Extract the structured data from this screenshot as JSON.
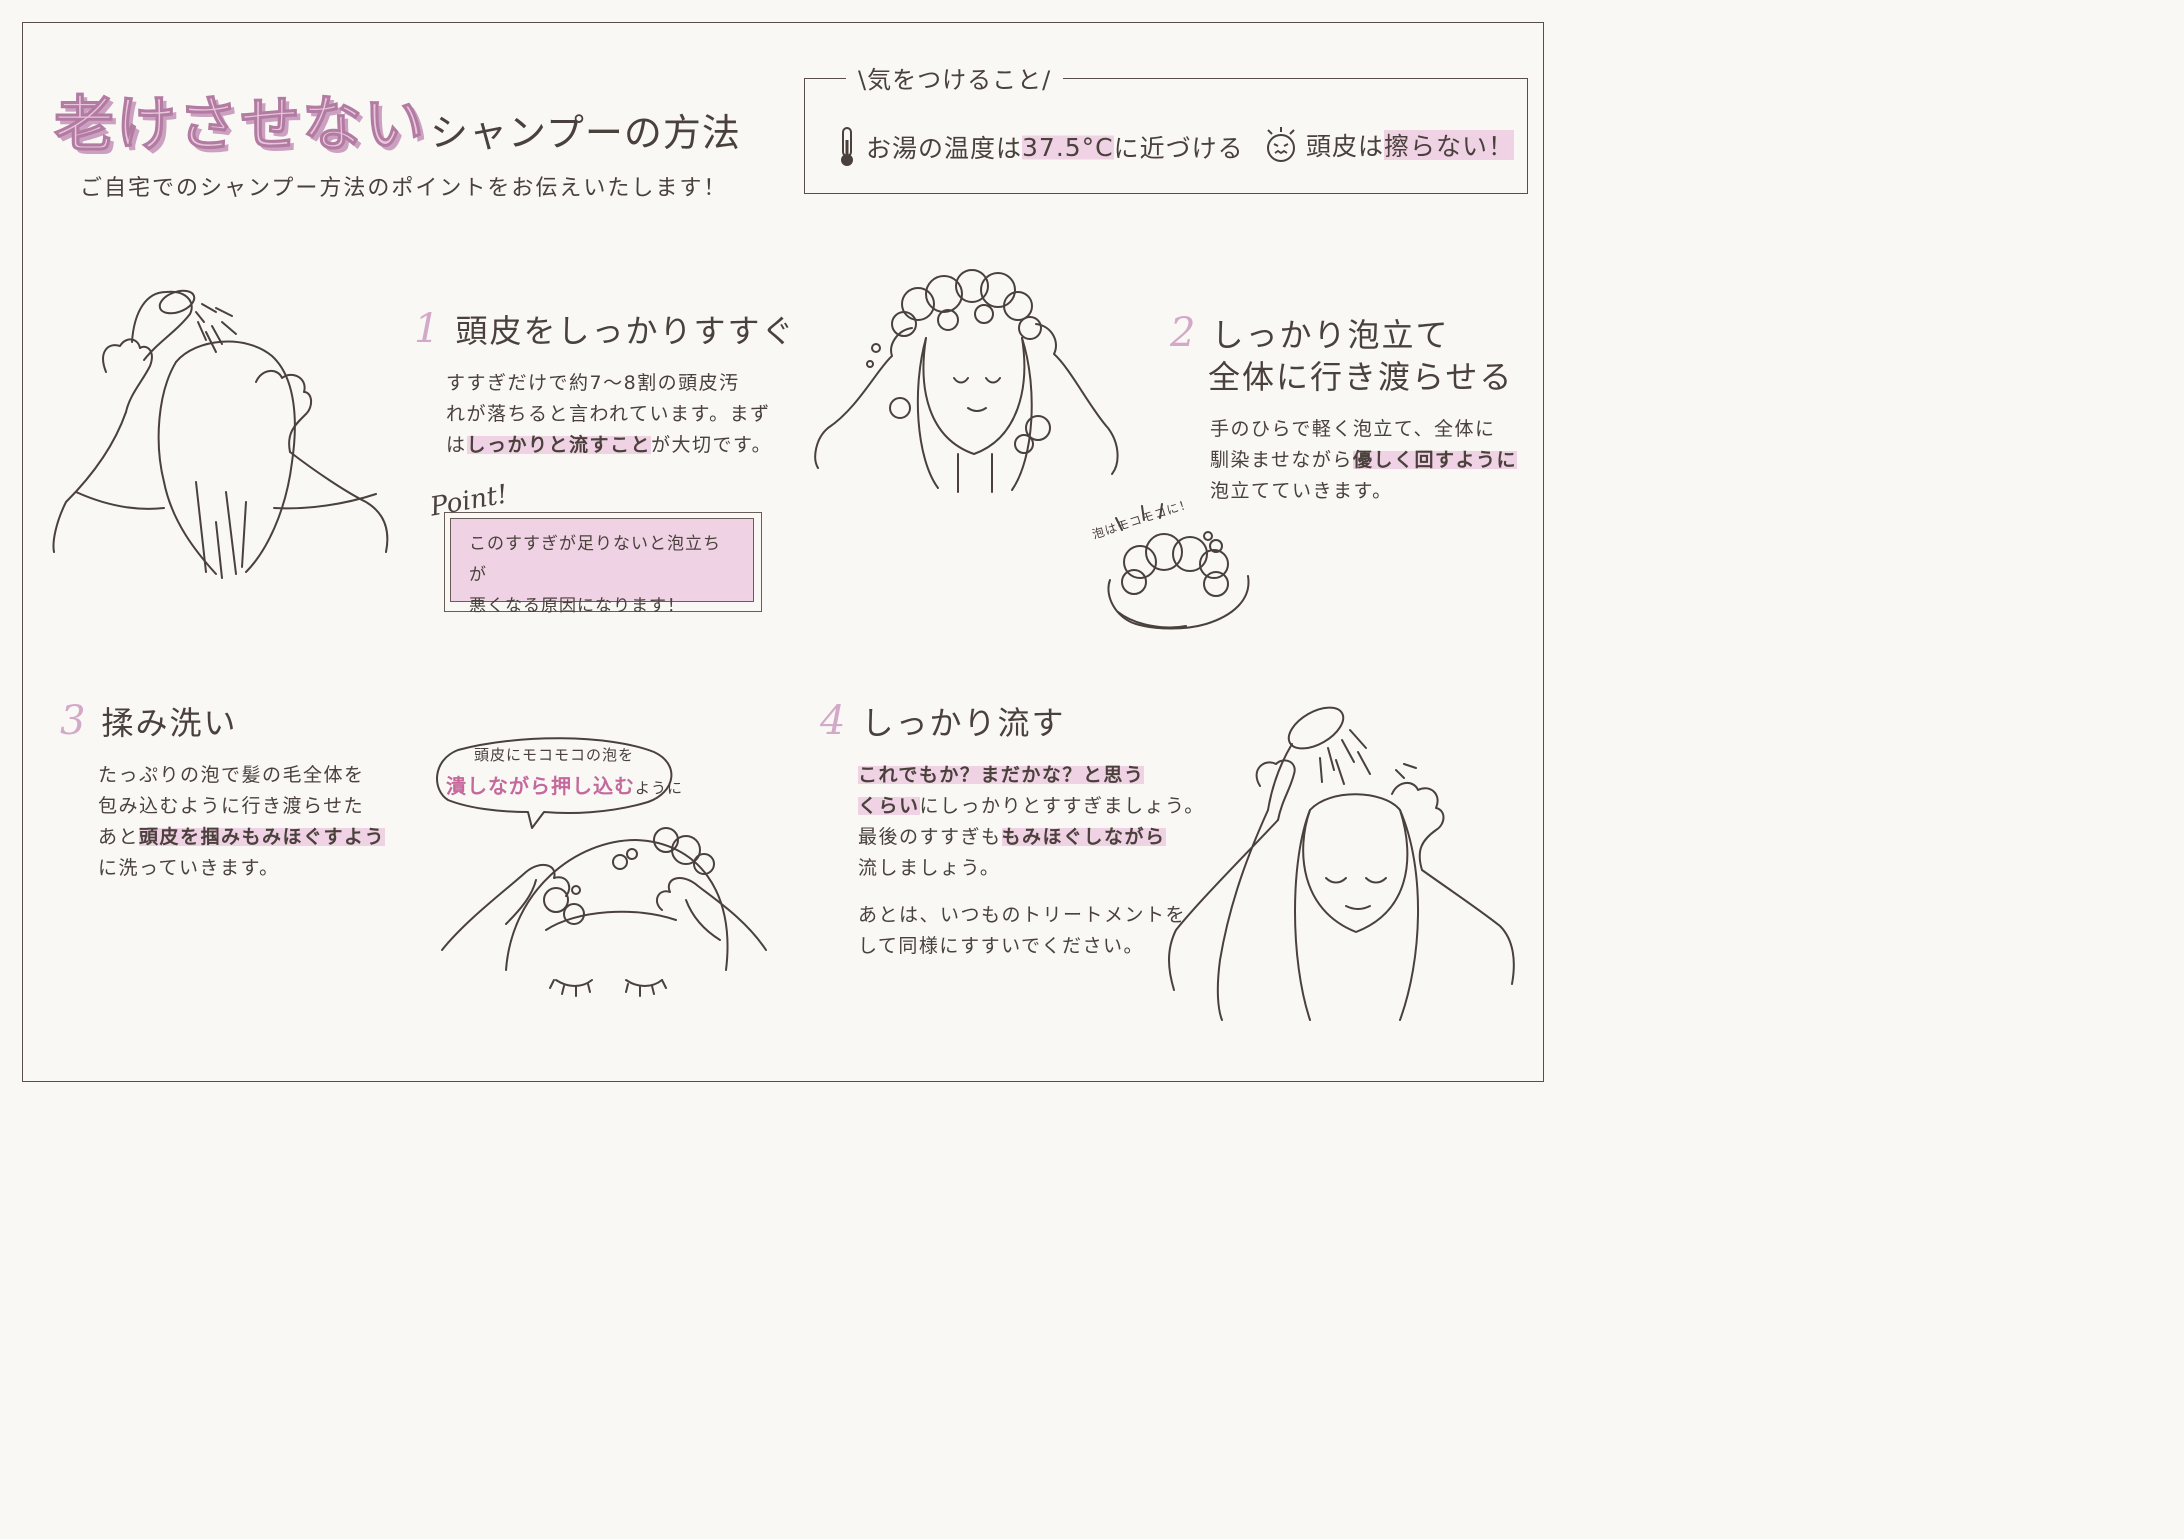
{
  "title": {
    "main": "老けさせない",
    "sub": "シャンプーの方法",
    "intro": "ご自宅でのシャンプー方法のポイントをお伝えいたします！"
  },
  "caution": {
    "title": "\\気をつけること/",
    "item1": {
      "pre": "お湯の温度は",
      "highlight": "37.5°C",
      "post": "に近づける",
      "icon": "thermometer-icon"
    },
    "item2": {
      "pre": "頭皮は",
      "highlight": "擦らない！",
      "icon": "angry-face-icon"
    }
  },
  "steps": [
    {
      "num": "1",
      "title": "頭皮をしっかりすすぐ",
      "lines": [
        "すすぎだけで約7〜8割の頭皮汚",
        "れが落ちると言われています。まず"
      ],
      "line3": {
        "pre": "は",
        "highlight": "しっかりと流すこと",
        "post": "が大切です。"
      },
      "point": {
        "label": "Point!",
        "text1": "このすすぎが足りないと泡立ちが",
        "text2": "悪くなる原因になります！"
      }
    },
    {
      "num": "2",
      "title1": "しっかり泡立て",
      "title2": "全体に行き渡らせる",
      "line1": "手のひらで軽く泡立て、全体に",
      "line2": {
        "pre": "馴染ませながら",
        "highlight": "優しく回すように"
      },
      "line3": "泡立てていきます。",
      "note": "泡はモコモコに！"
    },
    {
      "num": "3",
      "title": "揉み洗い",
      "line1": "たっぷりの泡で髪の毛全体を",
      "line2": "包み込むように行き渡らせた",
      "line3": {
        "pre": "あと",
        "highlight": "頭皮を掴みもみほぐすよう"
      },
      "line4": "に洗っていきます。",
      "bubble1": "頭皮にモコモコの泡を",
      "bubble2": "潰しながら押し込む",
      "bubble3": "ように"
    },
    {
      "num": "4",
      "title": "しっかり流す",
      "line1": "これでもか？まだかな？と思う",
      "line2": {
        "highlight": "くらい",
        "post": "にしっかりとすすぎましょう。"
      },
      "line3": {
        "pre": "最後のすすぎも",
        "highlight": "もみほぐしながら"
      },
      "line4": "流しましょう。",
      "line5": "あとは、いつものトリートメントを",
      "line6": "して同様にすすいでください。"
    }
  ]
}
